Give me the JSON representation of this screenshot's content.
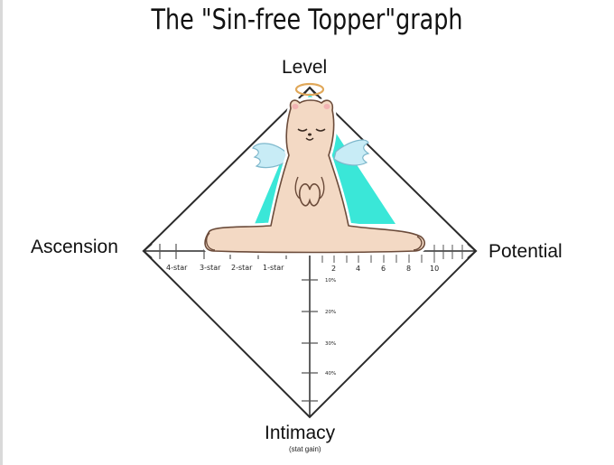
{
  "title": "The \"Sin-free Topper\"graph",
  "axes": {
    "top": "Level",
    "left": "Ascension",
    "right": "Potential",
    "bottom": "Intimacy",
    "bottom_sub": "(stat gain)"
  },
  "left_ticks": [
    "4-star",
    "3-star",
    "2-star",
    "1-star"
  ],
  "right_ticks": [
    "2",
    "4",
    "6",
    "8",
    "10"
  ],
  "bottom_ticks": [
    "10%",
    "20%",
    "30%",
    "40%"
  ],
  "colors": {
    "line": "#2b2b2b",
    "teal": "#2fe6d6",
    "character_fill": "#f3d9c4",
    "character_stroke": "#5a3a2a",
    "wing": "#bfe6f2",
    "halo": "#e0a85a"
  }
}
